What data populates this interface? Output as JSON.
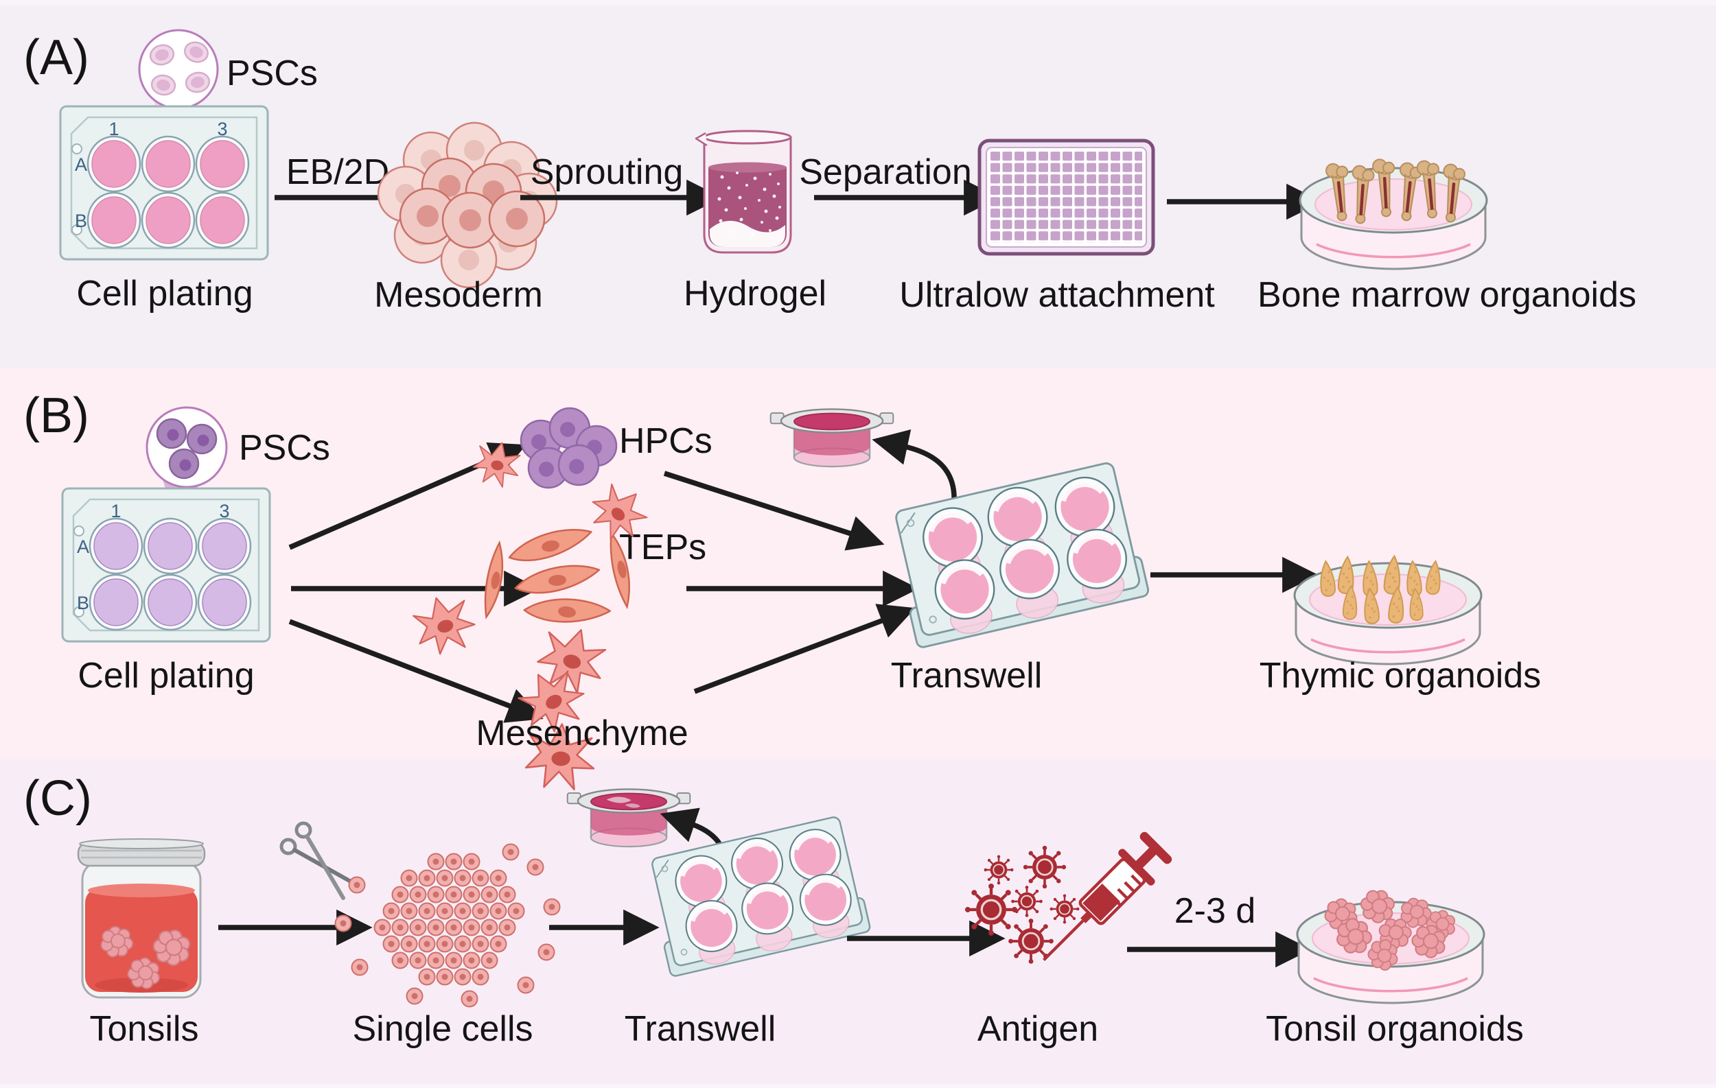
{
  "panel_a": {
    "label": "(A)",
    "psc": "PSCs",
    "cell_plating": "Cell plating",
    "step_eb2d": "EB/2D",
    "mesoderm": "Mesoderm",
    "step_sprouting": "Sprouting",
    "hydrogel": "Hydrogel",
    "step_separation": "Separation",
    "ultralow": "Ultralow attachment",
    "result": "Bone marrow organoids"
  },
  "panel_b": {
    "label": "(B)",
    "psc": "PSCs",
    "cell_plating": "Cell plating",
    "hpcs": "HPCs",
    "teps": "TEPs",
    "mesenchyme": "Mesenchyme",
    "transwell": "Transwell",
    "result": "Thymic organoids"
  },
  "panel_c": {
    "label": "(C)",
    "tonsils": "Tonsils",
    "single_cells": "Single cells",
    "transwell": "Transwell",
    "antigen": "Antigen",
    "duration": "2-3 d",
    "result": "Tonsil organoids"
  },
  "plate_labels": {
    "col1": "1",
    "col3": "3",
    "row_a": "A",
    "row_b": "B"
  },
  "illustrations": {
    "panel_a": [
      "psc-magnifier",
      "six-well-plate",
      "mesoderm-cluster",
      "hydrogel-beaker",
      "ultralow-attachment-plate",
      "bone-marrow-dish"
    ],
    "panel_b": [
      "psc-magnifier",
      "six-well-plate",
      "hpc-cluster",
      "tep-cells",
      "mesenchyme-cells",
      "transwell-insert",
      "transwell-plate",
      "thymic-organoid-dish"
    ],
    "panel_c": [
      "tonsil-jar",
      "scissors",
      "single-cell-suspension",
      "transwell-insert",
      "transwell-plate",
      "antigen-viruses",
      "syringe",
      "tonsil-organoid-dish"
    ]
  },
  "colors": {
    "panel_a_bg": "#f4eef5",
    "panel_b_bg": "#fdeff4",
    "panel_c_bg": "#f8edf7",
    "arrow": "#1d1d1d",
    "text": "#141414",
    "well_pink": "#f09fc4",
    "well_purple": "#d6bae6",
    "plate_body": "#e9f1f1",
    "psc_bubble_border": "#b87cbb",
    "mesoderm_cell": "#f0c9c4",
    "hydrogel_liquid": "#a9537d",
    "ultralow_grid": "#c6a3ca",
    "bone": "#d9b286",
    "bone_marrow": "#8c3030",
    "hpc_cell": "#b58cc4",
    "tep_cell": "#f29d86",
    "mesenchyme_cell": "#f4a09a",
    "transwell_liquid": "#f3a9c6",
    "insert_liquid": "#c43a6a",
    "dish_media": "#fbdcea",
    "thymic_organoid": "#eab676",
    "jar_liquid": "#e4564e",
    "tonsil": "#eba6aa",
    "single_cell": "#f1b0ad",
    "virus": "#a92b33",
    "syringe": "#b03038"
  }
}
